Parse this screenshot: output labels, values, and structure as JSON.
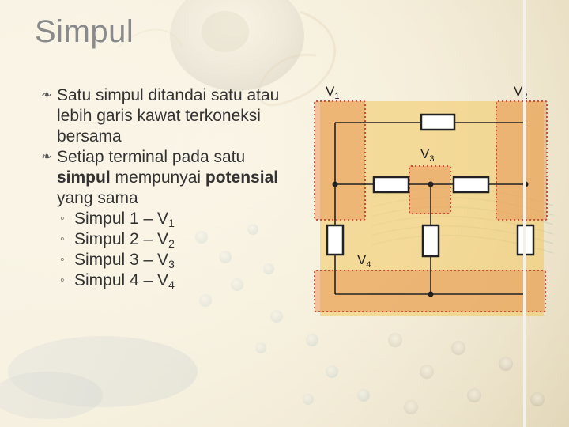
{
  "slide": {
    "title": "Simpul",
    "bullets": [
      {
        "pre": "Satu simpul ditandai satu atau lebih garis kawat terkoneksi bersama"
      },
      {
        "pre": "Setiap terminal pada satu ",
        "b1": "simpul",
        "mid": " mempunyai ",
        "b2": "potensial",
        "post": " yang sama"
      }
    ],
    "sub_items": [
      {
        "label": "Simpul 1 – V",
        "sub": "1"
      },
      {
        "label": "Simpul 2 – V",
        "sub": "2"
      },
      {
        "label": "Simpul 3 – V",
        "sub": "3"
      },
      {
        "label": "Simpul 4 – V",
        "sub": "4"
      }
    ],
    "bullet_glyph": "❧",
    "sub_glyph": "◦"
  },
  "diagram": {
    "labels": [
      {
        "id": "v1",
        "text": "V",
        "sub": "1"
      },
      {
        "id": "v2",
        "text": "V",
        "sub": "2"
      },
      {
        "id": "v3",
        "text": "V",
        "sub": "3"
      },
      {
        "id": "v4",
        "text": "V",
        "sub": "4"
      }
    ],
    "colors": {
      "panel": "#f3c860",
      "node_highlight": "#e4894a",
      "node_border": "#c9503a",
      "wire": "#222222",
      "resistor_fill": "#ffffff"
    }
  }
}
